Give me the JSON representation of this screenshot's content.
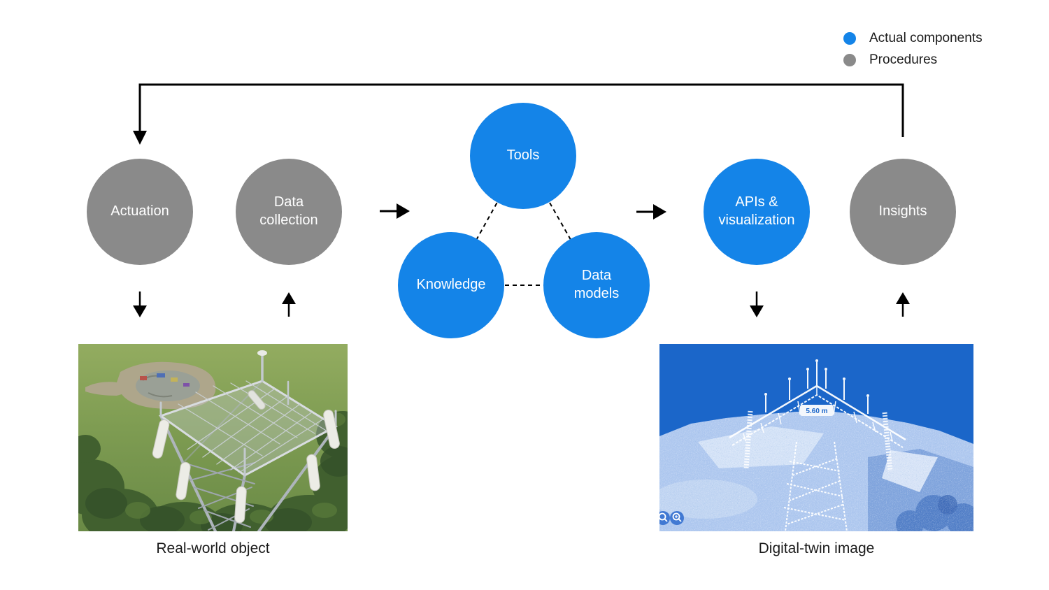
{
  "legend": {
    "items": [
      {
        "label": "Actual components",
        "color_key": "component_blue"
      },
      {
        "label": "Procedures",
        "color_key": "procedure_gray"
      }
    ]
  },
  "nodes": {
    "actuation": {
      "label": "Actuation",
      "type": "procedure"
    },
    "data_collection": {
      "label": "Data\ncollection",
      "type": "procedure"
    },
    "tools": {
      "label": "Tools",
      "type": "component"
    },
    "knowledge": {
      "label": "Knowledge",
      "type": "component"
    },
    "data_models": {
      "label": "Data\nmodels",
      "type": "component"
    },
    "apis_visualization": {
      "label": "APIs &\nvisualization",
      "type": "component"
    },
    "insights": {
      "label": "Insights",
      "type": "procedure"
    }
  },
  "figures": {
    "real_world": {
      "caption": "Real-world object"
    },
    "digital_twin": {
      "caption": "Digital-twin image",
      "measurement_label": "5.60 m",
      "viewer_icons": [
        "zoom-out-icon",
        "zoom-in-icon"
      ]
    }
  },
  "colors": {
    "component_blue": "#1484E8",
    "procedure_gray": "#8A8A8A",
    "line_black": "#000000",
    "twin_sky_blue": "#1B66C9",
    "twin_terrain_blue": "#AFC8EF"
  }
}
